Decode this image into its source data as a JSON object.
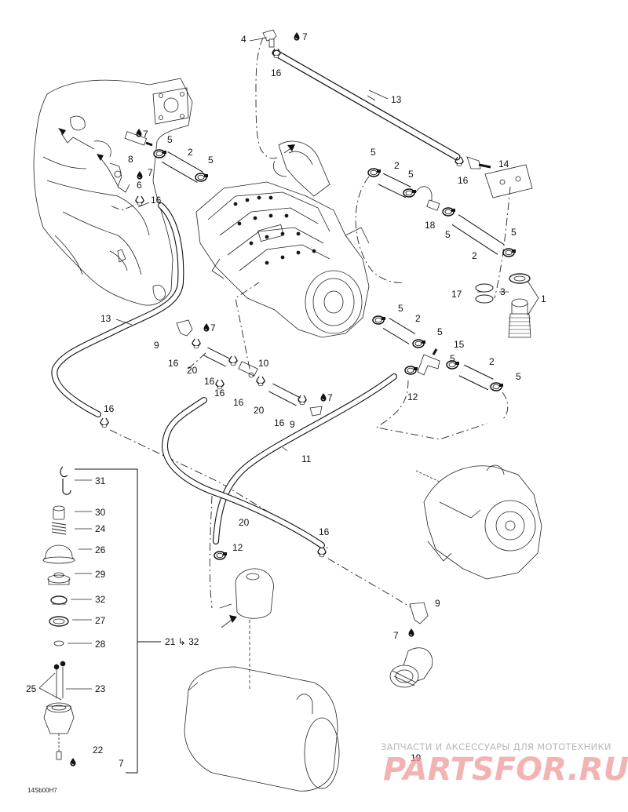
{
  "callouts": {
    "c4": "4",
    "c7a": "7",
    "c16a": "16",
    "c13a": "13",
    "c7b": "7",
    "c8": "8",
    "c5a": "5",
    "c2a": "2",
    "c5b": "5",
    "c7c": "7",
    "c6": "6",
    "c16b": "16",
    "c5c": "5",
    "c2b": "2",
    "c5d": "5",
    "c18": "18",
    "c5e": "5",
    "c14": "14",
    "c16c": "16",
    "c5f": "5",
    "c2c": "2",
    "c17": "17",
    "c3": "3",
    "c1": "1",
    "c13b": "13",
    "c9a": "9",
    "c7d": "7",
    "c16d": "16",
    "c20a": "20",
    "c10": "10",
    "c16e": "16",
    "c16f": "16",
    "c20b": "20",
    "c7e": "7",
    "c16g": "16",
    "c9b": "9",
    "c5g": "5",
    "c2d": "2",
    "c5h": "5",
    "c15": "15",
    "c5i": "5",
    "c2e": "2",
    "c5j": "5",
    "c12a": "12",
    "c11": "11",
    "c16h": "16",
    "c31": "31",
    "c30": "30",
    "c24": "24",
    "c26": "26",
    "c29": "29",
    "c32": "32",
    "c27": "27",
    "c28": "28",
    "c23": "23",
    "c25": "25",
    "c22": "22",
    "c7f": "7",
    "range": "21 ↳ 32",
    "c20c": "20",
    "c12b": "12",
    "c16i": "16",
    "c9c": "9",
    "c7g": "7",
    "c19": "19"
  },
  "ref_code": "14Sb00H7",
  "watermark": {
    "top": "ЗАПЧАСТИ И АКСЕССУАРЫ ДЛЯ МОТОТЕХНИКИ",
    "brand": "PARTSFOR.RU"
  },
  "icons": [
    "loctite-drop-icon",
    "arrow-icon"
  ]
}
